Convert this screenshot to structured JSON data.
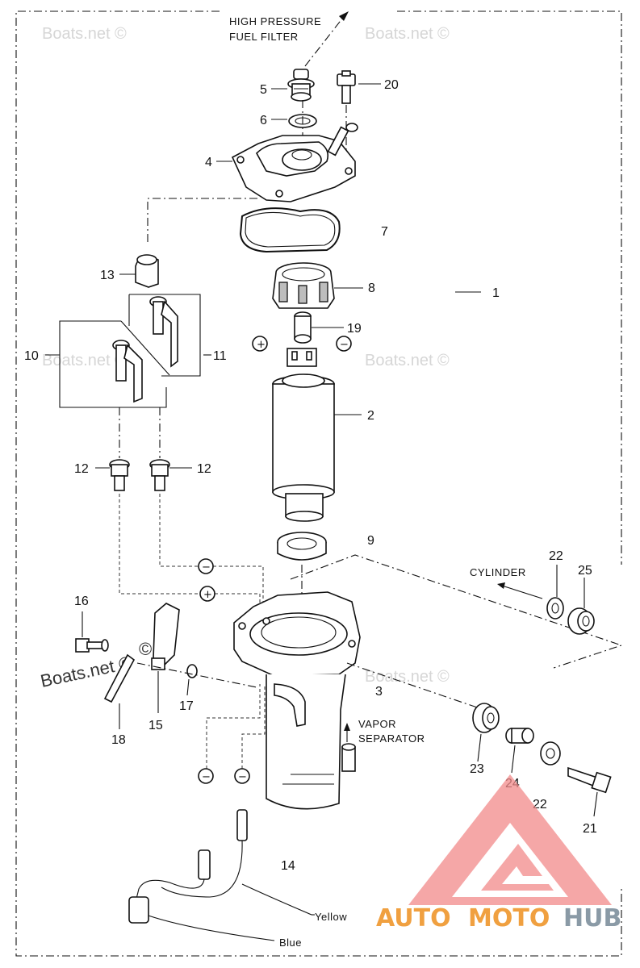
{
  "captions": {
    "high_pressure": "HIGH PRESSURE",
    "fuel_filter": "FUEL  FILTER",
    "cylinder": "CYLINDER",
    "vapor": "VAPOR",
    "separator": "SEPARATOR",
    "yellow": "Yellow",
    "blue": "Blue"
  },
  "symbols": {
    "plus": "+",
    "minus": "−"
  },
  "watermarks": [
    "Boats.net ©",
    "Boats.net ©",
    "Boats.net ©",
    "Boats.net ©",
    "Boats.net ©",
    "Boats.net ©"
  ],
  "logo": {
    "part1": "AUTO",
    "part2": "MOTO",
    "part3": "HUB"
  },
  "part_labels": [
    {
      "id": "1",
      "text": "1"
    },
    {
      "id": "2",
      "text": "2"
    },
    {
      "id": "3",
      "text": "3"
    },
    {
      "id": "4",
      "text": "4"
    },
    {
      "id": "5",
      "text": "5"
    },
    {
      "id": "6",
      "text": "6"
    },
    {
      "id": "7",
      "text": "7"
    },
    {
      "id": "8",
      "text": "8"
    },
    {
      "id": "9",
      "text": "9"
    },
    {
      "id": "10",
      "text": "10"
    },
    {
      "id": "11",
      "text": "11"
    },
    {
      "id": "12a",
      "text": "12"
    },
    {
      "id": "12b",
      "text": "12"
    },
    {
      "id": "13",
      "text": "13"
    },
    {
      "id": "14",
      "text": "14"
    },
    {
      "id": "15",
      "text": "15"
    },
    {
      "id": "16",
      "text": "16"
    },
    {
      "id": "17",
      "text": "17"
    },
    {
      "id": "18",
      "text": "18"
    },
    {
      "id": "19",
      "text": "19"
    },
    {
      "id": "20",
      "text": "20"
    },
    {
      "id": "21",
      "text": "21"
    },
    {
      "id": "22a",
      "text": "22"
    },
    {
      "id": "22b",
      "text": "22"
    },
    {
      "id": "23",
      "text": "23"
    },
    {
      "id": "24",
      "text": "24"
    },
    {
      "id": "25",
      "text": "25"
    }
  ]
}
